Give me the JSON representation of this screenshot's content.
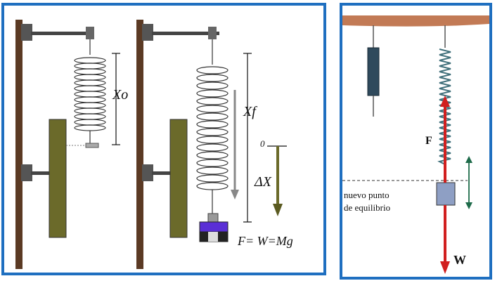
{
  "left": {
    "x0_label": "Xo",
    "xf_label": "Xf",
    "zero_label": "0",
    "delta_label": "ΔX",
    "equation": "F= W=Mg"
  },
  "right": {
    "f_label": "F",
    "w_label": "W",
    "equilibrium_line1": "nuevo punto",
    "equilibrium_line2": "de equilibrio"
  },
  "colors": {
    "frame": "#1f6fc0",
    "wood": "#5b3a24",
    "ruler": "#6b6a2a",
    "force_arrow": "#d11f1f",
    "ceiling": "#c27a55"
  }
}
